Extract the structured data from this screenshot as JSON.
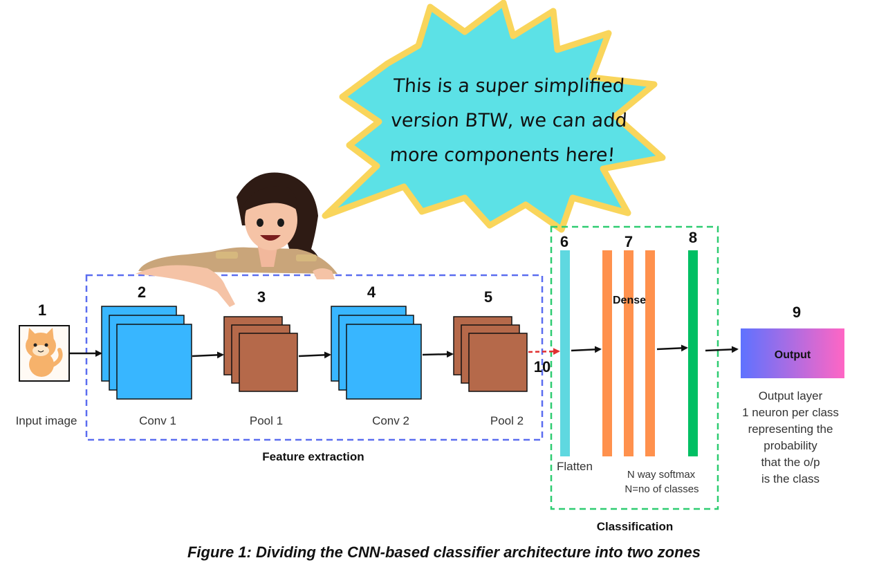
{
  "speech_bubble": {
    "lines": [
      "This is a super simplified",
      "version BTW, we can add",
      "more components here!"
    ]
  },
  "feature_extraction": {
    "zone_label": "Feature extraction",
    "steps": [
      {
        "number": "1",
        "label": "Input image"
      },
      {
        "number": "2",
        "label": "Conv 1"
      },
      {
        "number": "3",
        "label": "Pool 1"
      },
      {
        "number": "4",
        "label": "Conv 2"
      },
      {
        "number": "5",
        "label": "Pool 2"
      }
    ],
    "connector_number": "10"
  },
  "classification": {
    "zone_label": "Classification",
    "flatten": {
      "number": "6",
      "label": "Flatten"
    },
    "dense": {
      "number": "7",
      "label": "Dense"
    },
    "softmax": {
      "number": "8",
      "label_line1": "N way softmax",
      "label_line2": "N=no of classes"
    }
  },
  "output": {
    "number": "9",
    "box_label": "Output",
    "description": [
      "Output layer",
      "1 neuron per class",
      "representing the",
      "probability",
      "that the o/p",
      "is the class"
    ]
  },
  "caption": "Figure 1: Dividing the CNN-based classifier architecture into two zones",
  "colors": {
    "conv": "#38b6ff",
    "pool": "#b5694a",
    "flatten": "#5fd8e0",
    "dense": "#ff914d",
    "softmax": "#00bf63",
    "feature_zone_border": "#5b6df0",
    "class_zone_border": "#2ecc71",
    "bubble_fill": "#5ce1e6",
    "bubble_border": "#f9d55b",
    "output_gradient_start": "#5e72ff",
    "output_gradient_end": "#ff66c4",
    "flatten_arrow": "#e03030"
  }
}
